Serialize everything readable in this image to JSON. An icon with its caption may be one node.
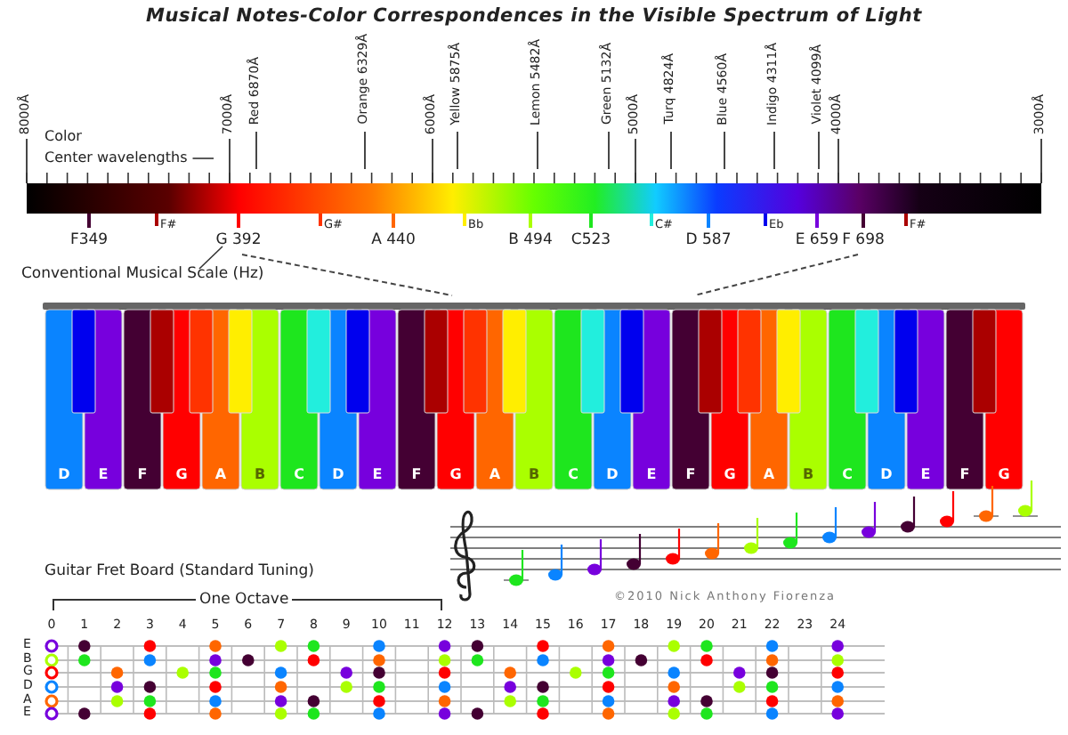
{
  "diagram": {
    "title": "Musical Notes-Color Correspondences in the Visible Spectrum of Light",
    "nodes": [
      {
        "text": [],
        "shape": "bar"
      },
      {
        "text": [
          "Center wavelengths"
        ]
      },
      {
        "text": [
          "Conventional Musical Scale (Hz)"
        ]
      },
      {
        "text": [
          "G 392"
        ]
      }
    ],
    "edges": [
      {
        "from": 1,
        "to": null,
        "arrow": "none"
      },
      {
        "from": 2,
        "to": 3,
        "arrow": "none"
      }
    ],
    "labels": [
      "Color",
      "8000Å",
      "7000Å",
      "Red 6870Å",
      "Orange 6329Å",
      "6000Å",
      "Yellow 5875Å",
      "Lemon 5482Å",
      "Green 5132Å",
      "5000Å",
      "Turq 4824Å",
      "Blue 4560Å",
      "Indigo 4311Å",
      "Violet 4099Å",
      "4000Å",
      "3000Å",
      "F349",
      "F#",
      "G#",
      "A 440",
      "Bb",
      "B 494",
      "C523",
      "C#",
      "D 587",
      "Eb",
      "E 659",
      "F 698",
      "F#",
      "D",
      "E",
      "F",
      "G",
      "A",
      "B",
      "C",
      "D",
      "E",
      "F",
      "G",
      "A",
      "B",
      "C",
      "D",
      "E",
      "F",
      "G",
      "A",
      "B",
      "C",
      "D",
      "E",
      "F",
      "G",
      "Guitar Fret Board (Standard Tuning)",
      "One Octave",
      "©2010 Nick Anthony Fiorenza",
      "0",
      "1",
      "2",
      "3",
      "4",
      "5",
      "6",
      "7",
      "8",
      "9",
      "10",
      "11",
      "12",
      "13",
      "14",
      "15",
      "16",
      "17",
      "18",
      "19",
      "20",
      "21",
      "22",
      "23",
      "24",
      "E",
      "B",
      "G",
      "D",
      "A",
      "E"
    ]
  }
}
